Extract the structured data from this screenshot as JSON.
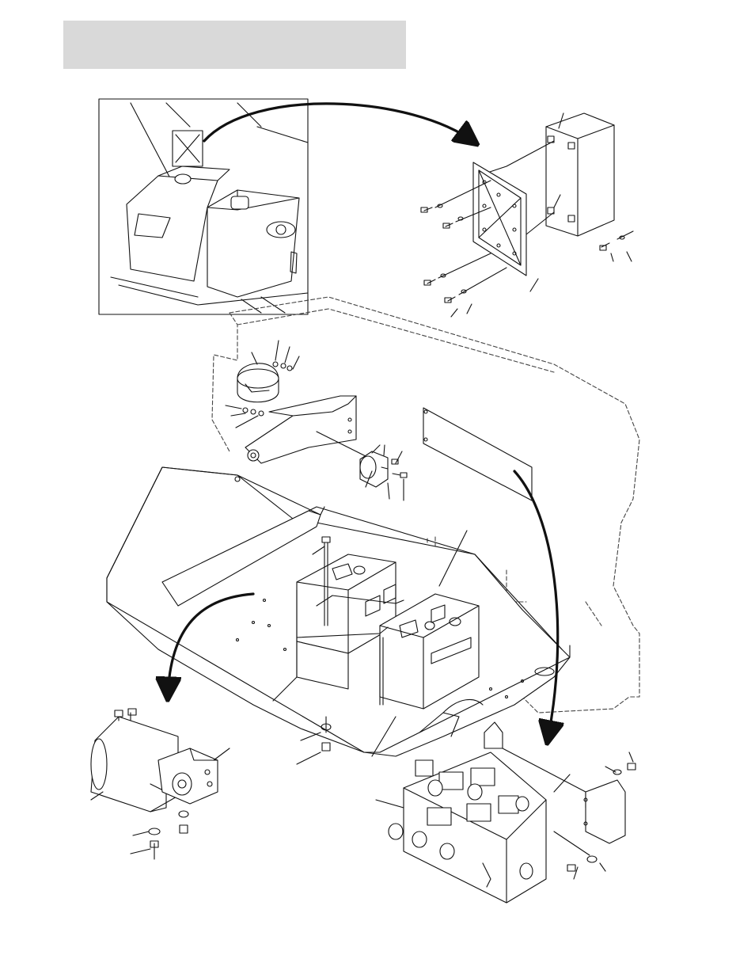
{
  "header": {
    "band_color": "#d9d9d9"
  },
  "colors": {
    "line": "#111111",
    "dash": "#444444",
    "paper": "#ffffff"
  },
  "diagram": {
    "inset": {
      "label": "machine-overview-inset"
    },
    "components": [
      "electrical-box",
      "horn",
      "mounting-bracket",
      "solenoid",
      "base-plate",
      "battery-left",
      "battery-right",
      "pump-motor",
      "valve-block",
      "valve-bracket"
    ]
  }
}
